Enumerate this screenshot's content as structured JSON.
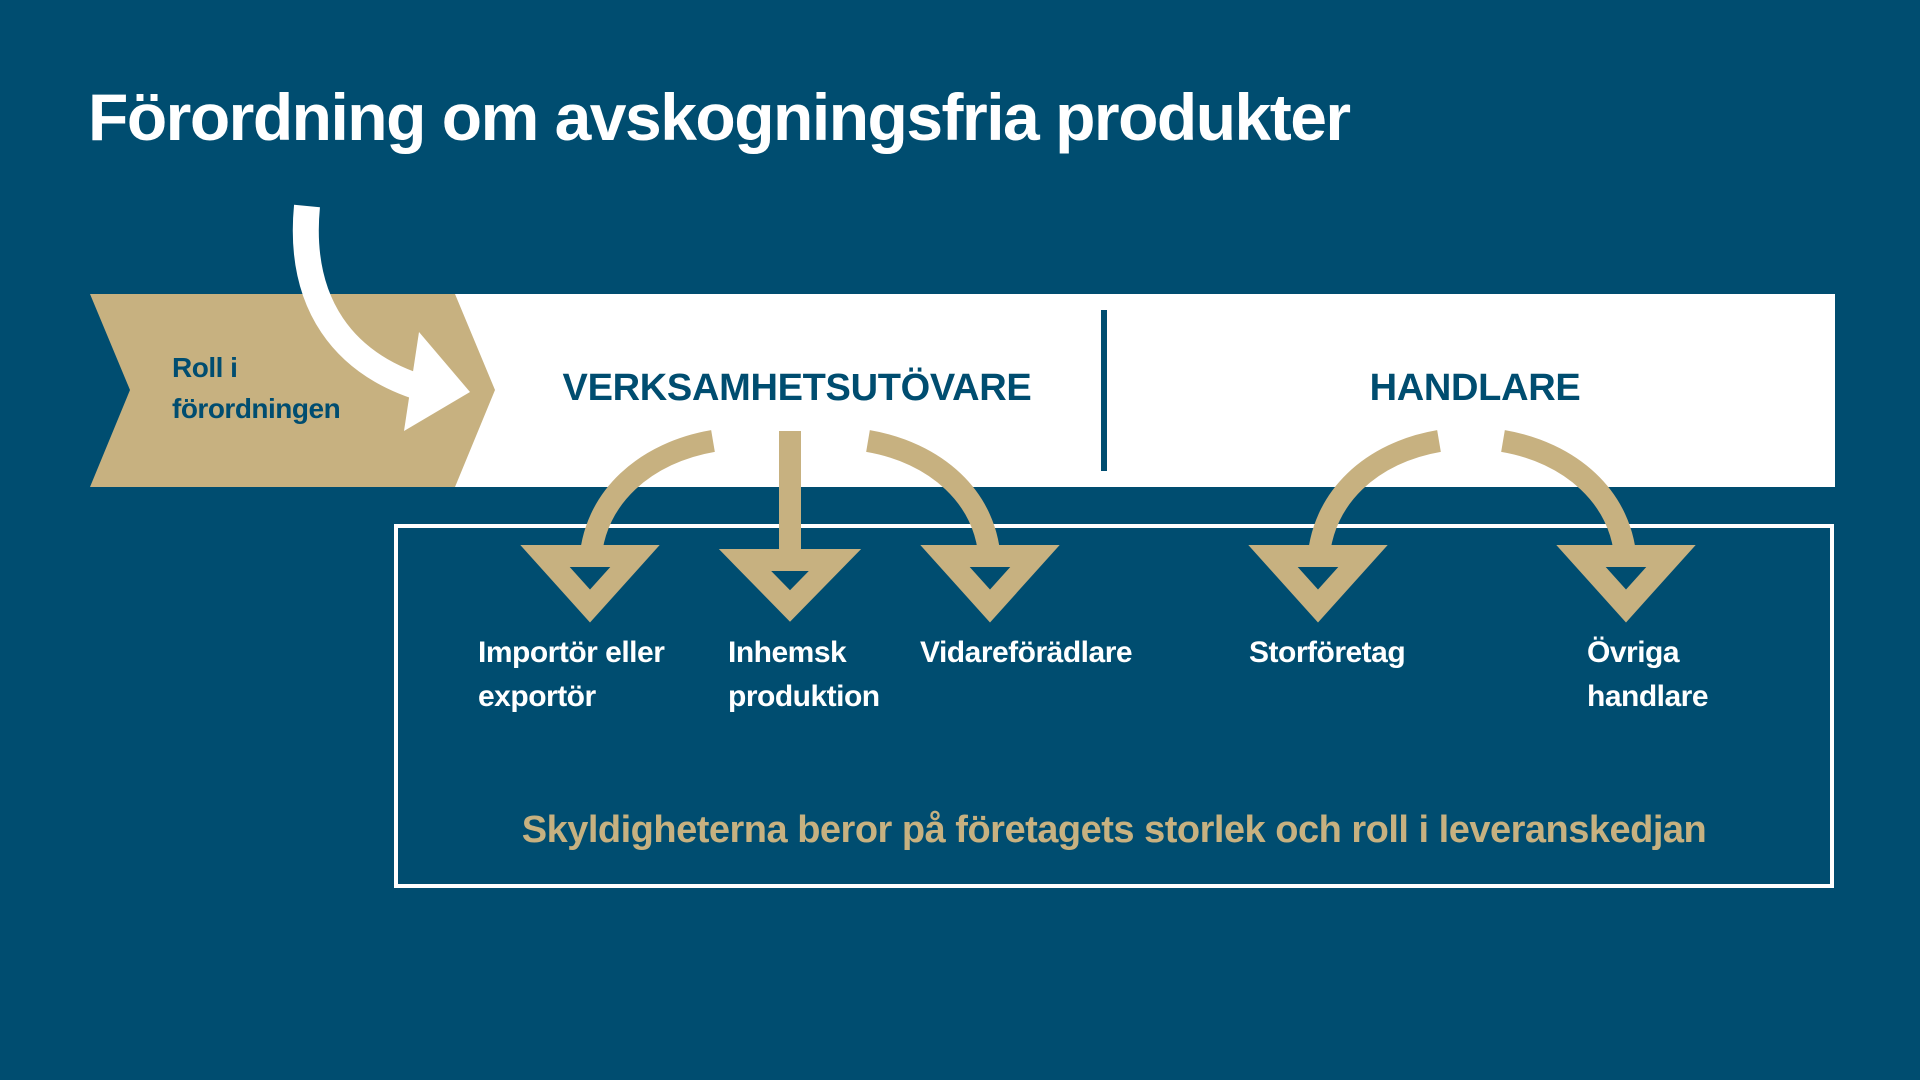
{
  "title": "Förordning om avskogningsfria produkter",
  "role_label": "Roll i förordningen",
  "columns": [
    {
      "heading": "VERKSAMHETSUTÖVARE"
    },
    {
      "heading": "HANDLARE"
    }
  ],
  "operator_types": [
    "Importör eller exportör",
    "Inhemsk produktion",
    "Vidareförädlare"
  ],
  "trader_types": [
    "Storföretag",
    "Övriga handlare"
  ],
  "note": "Skyldigheterna beror på företagets storlek och roll i leveranskedjan",
  "colors": {
    "background": "#004d70",
    "gold": "#c7b180",
    "white": "#ffffff",
    "navy_text": "#004d70"
  }
}
